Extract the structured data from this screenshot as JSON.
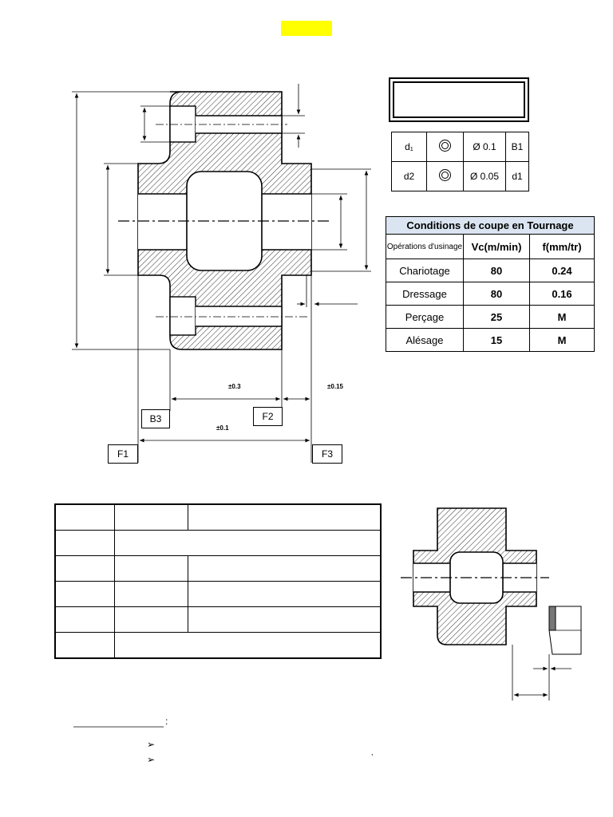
{
  "tolerance_frame": {
    "rows": [
      {
        "datum_label": "d₁",
        "symbol": "circle-runout-icon",
        "value": "Ø 0.1",
        "reference": "B1"
      },
      {
        "datum_label": "d2",
        "symbol": "circle-runout-icon",
        "value": "Ø 0.05",
        "reference": "d1"
      }
    ]
  },
  "conditions": {
    "title": "Conditions de coupe en Tournage",
    "col_ops": "Opérations d'usinage",
    "col_vc": "Vc(m/min)",
    "col_f": "f(mm/tr)",
    "rows": [
      {
        "op": "Chariotage",
        "vc": "80",
        "f": "0.24"
      },
      {
        "op": "Dressage",
        "vc": "80",
        "f": "0.16"
      },
      {
        "op": "Perçage",
        "vc": "25",
        "f": "M"
      },
      {
        "op": "Alésage",
        "vc": "15",
        "f": "M"
      }
    ]
  },
  "drawing": {
    "dims": {
      "d1": "±0.3",
      "d2": "±0.15",
      "d3": "±0.1"
    },
    "refs": {
      "b3": "B3",
      "f1": "F1",
      "f2": "F2",
      "f3": "F3"
    }
  },
  "footer": {
    "colon": ":",
    "bullet_char": "➢",
    "comma": ","
  },
  "colors": {
    "highlight": "#ffff00",
    "table_header": "#dbe5f1"
  }
}
